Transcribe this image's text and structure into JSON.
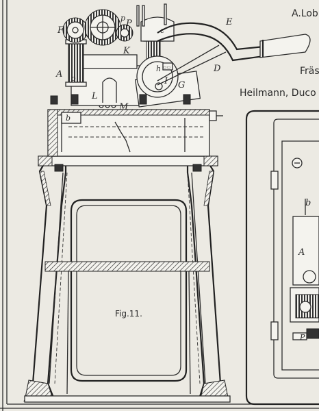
{
  "header": {
    "author_line": "A.Lob",
    "title_line": "Fräs",
    "maker_line": "Heilmann, Duco"
  },
  "figure": {
    "caption": "Fig.11."
  },
  "part_labels": {
    "A": "A",
    "o": "o",
    "P": "P",
    "p": "p",
    "F": "F",
    "c": "c",
    "E": "E",
    "K": "K",
    "h": "h",
    "I": "I",
    "G": "G",
    "D": "D",
    "L": "L",
    "M": "M",
    "b": "b"
  },
  "detail_labels": {
    "b": "b",
    "A": "A",
    "P": "P"
  }
}
